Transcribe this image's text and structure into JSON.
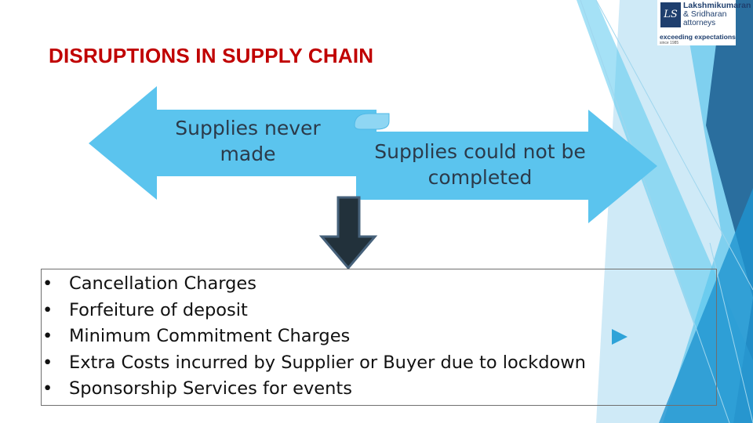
{
  "title": "DISRUPTIONS IN SUPPLY CHAIN",
  "logo": {
    "monogram": "LS",
    "line1": "Lakshmikumaran",
    "line2": "& Sridharan",
    "line3": "attorneys",
    "tagline": "exceeding expectations",
    "since": "since 1985"
  },
  "arrows": {
    "left_label": "Supplies never made",
    "right_label": "Supplies could not be completed"
  },
  "consequences": [
    "Cancellation Charges",
    "Forfeiture of deposit",
    "Minimum Commitment Charges",
    "Extra Costs incurred by Supplier or Buyer due to lockdown",
    "Sponsorship Services for events"
  ],
  "bullet": "•",
  "colors": {
    "title": "#c00000",
    "arrow_fill": "#5bc4ee",
    "down_arrow": "#22313b",
    "down_arrow_outline": "#46617a",
    "logo_blue": "#1f3f6e"
  }
}
